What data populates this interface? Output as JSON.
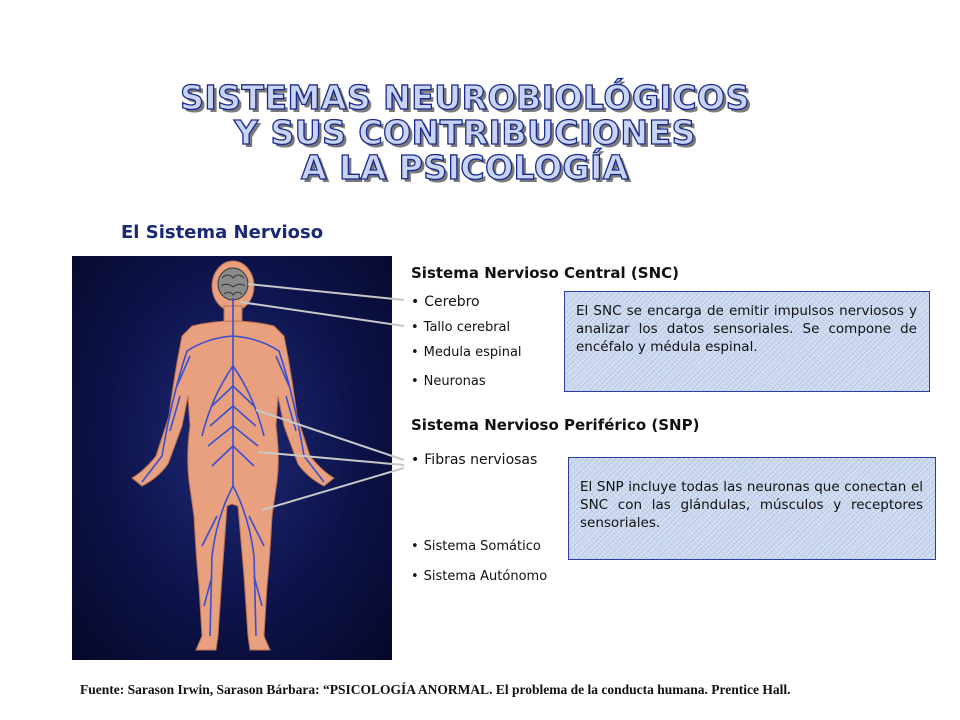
{
  "title": {
    "line1": "SISTEMAS NEUROBIOLÓGICOS",
    "line2": "Y SUS CONTRIBUCIONES",
    "line3": "A LA PSICOLOGÍA"
  },
  "subtitle": "El Sistema Nervioso",
  "snc": {
    "heading": "Sistema Nervioso Central (SNC)",
    "items": [
      "Cerebro",
      "Tallo cerebral",
      "Medula espinal",
      "Neuronas"
    ],
    "description": "El SNC se encarga de emitir impulsos nerviosos y analizar los datos sensoriales. Se compone de encéfalo y médula espinal."
  },
  "snp": {
    "heading": "Sistema Nervioso Periférico (SNP)",
    "items": [
      "Fibras nerviosas",
      "Sistema Somático",
      "Sistema Autónomo"
    ],
    "description": "El SNP incluye todas las neuronas que conectan el SNC con las glándulas, músculos y receptores sensoriales."
  },
  "bullet": "•",
  "source": "Fuente: Sarason Irwin, Sarason Bárbara: “PSICOLOGÍA ANORMAL. El problema de la conducta humana. Prentice Hall.",
  "colors": {
    "title_fill": "#c9d4f2",
    "title_stroke": "#1a2a8c",
    "subtitle": "#1a2878",
    "panel_bg": "#0d134a",
    "body": "#e8a07e",
    "nerves": "#3a4fd0"
  }
}
